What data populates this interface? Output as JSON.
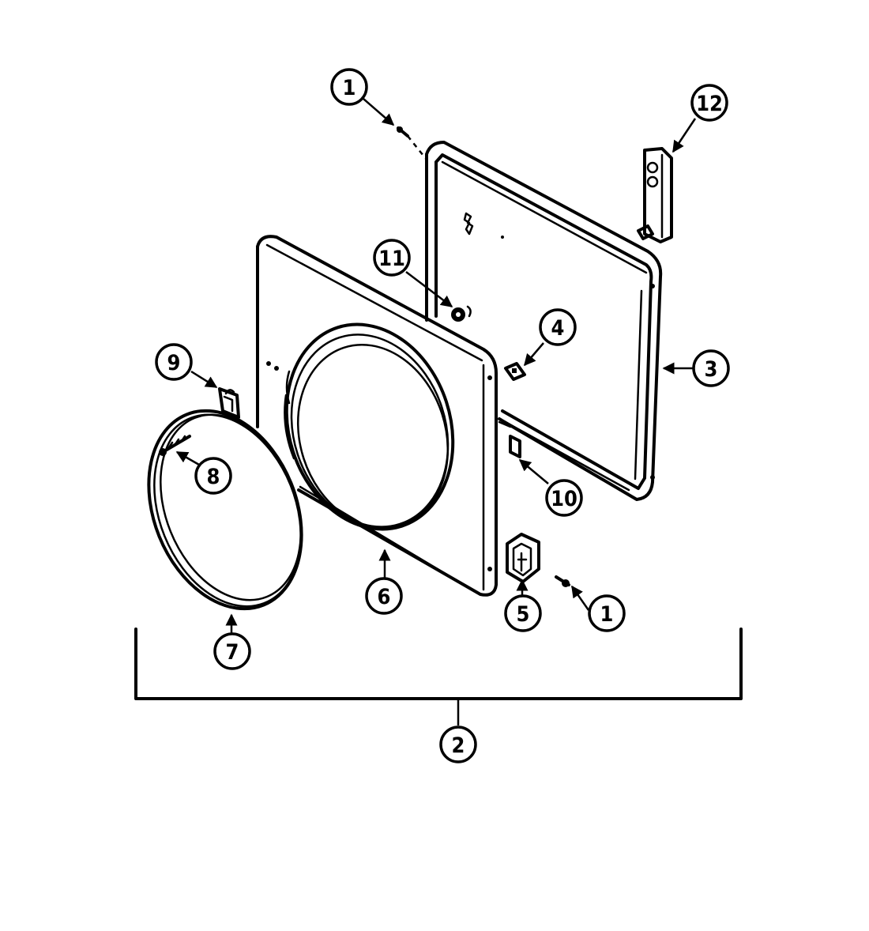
{
  "callouts": {
    "c1a": "1",
    "c12": "12",
    "c11": "11",
    "c4": "4",
    "c3": "3",
    "c9": "9",
    "c8": "8",
    "c10": "10",
    "c6": "6",
    "c5": "5",
    "c1b": "1",
    "c7": "7",
    "c2": "2"
  }
}
